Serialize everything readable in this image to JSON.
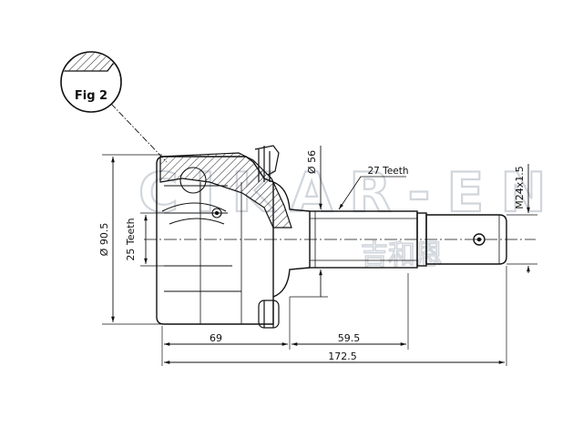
{
  "figure": {
    "callout_label": "Fig 2"
  },
  "dimensions": {
    "outer_diameter": "Ø 90.5",
    "inner_teeth": "25 Teeth",
    "shaft_diameter": "Ø 56",
    "spline_teeth": "27 Teeth",
    "thread": "M24x1.5",
    "length_body": "69",
    "length_stem": "59.5",
    "length_total": "172.5"
  },
  "watermark": {
    "brand_latin": "CIKAR-EN",
    "brand_cn": "吉和恩"
  },
  "colors": {
    "line": "#111111",
    "watermark": "#c9cfd6",
    "hatch": "#333333"
  }
}
